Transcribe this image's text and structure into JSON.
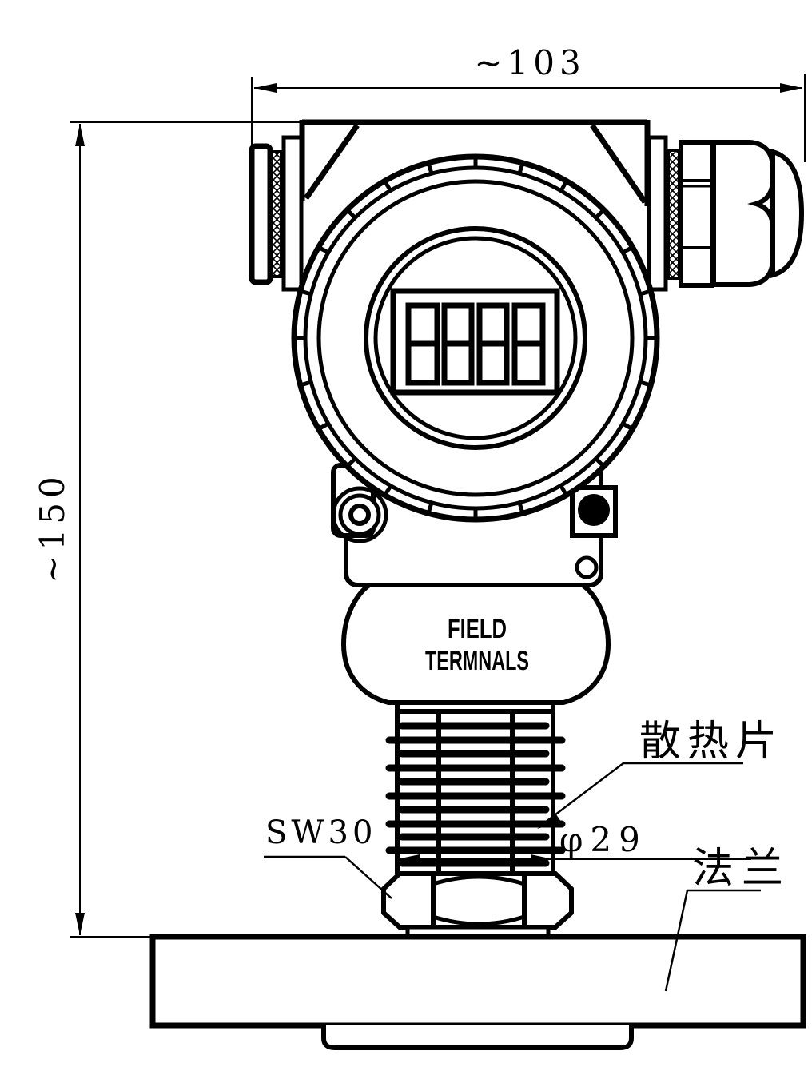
{
  "drawing": {
    "colors": {
      "line": "#000000",
      "background": "#ffffff"
    },
    "dimensions": {
      "overall_width": "~103",
      "overall_height": "~150",
      "neck_diameter": "φ29",
      "hex_wrench_size": "SW30"
    },
    "labels": {
      "terminal_line1": "FIELD",
      "terminal_line2": "TERMNALS",
      "heatsink": "散热片",
      "flange": "法兰"
    },
    "lcd": {
      "digits": "8888"
    }
  }
}
